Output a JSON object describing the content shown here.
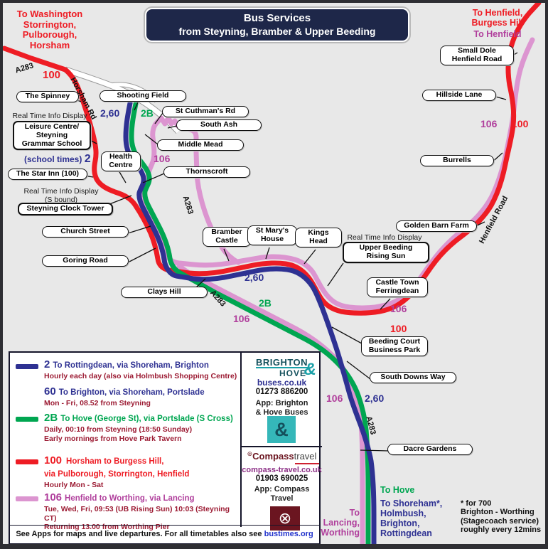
{
  "title": {
    "line1": "Bus Services",
    "line2": "from Steyning, Bramber & Upper Beeding"
  },
  "colors": {
    "red": "#ee1c24",
    "blue": "#2e3192",
    "green": "#00a651",
    "pink_route": "#dc95d0",
    "pink_text": "#b03f9c",
    "navy": "#1e2749",
    "maroon": "#9c1b33",
    "teal": "#1aa0a8",
    "background": "#e8e8e8",
    "compass_maroon": "#6b1520",
    "link_blue": "#2233cc"
  },
  "map": {
    "callouts": [
      "The Spinney",
      "Shooting Field",
      "St Cuthman's Rd",
      "South Ash",
      "Middle Mead",
      "Health\nCentre",
      "Thornscroft",
      "The Star Inn (100)",
      "Church Street",
      "Goring Road",
      "Clays Hill",
      "Bramber\nCastle",
      "St Mary's\nHouse",
      "Kings\nHead",
      "Castle Town\nFerringdean",
      "Beeding Court\nBusiness Park",
      "South Downs Way",
      "Dacre Gardens",
      "Small Dole\nHenfield Road",
      "Hillside Lane",
      "Burrells",
      "Golden Barn Farm"
    ],
    "rti_boxes": [
      "Leisure Centre/\nSteyning\nGrammar School",
      "Steyning Clock Tower",
      "Upper Beeding\nRising Sun"
    ],
    "rti_labels": [
      "Real Time Info Display",
      "Real Time Info Display\n(S bound)",
      "Real Time Info Display"
    ],
    "destinations": {
      "nw": "To Washington\nStorrington,\nPulborough,\nHorsham",
      "ne_red": "To Henfield,\nBurgess Hill",
      "ne_pink": "To Henfield",
      "hove": "To Hove",
      "shoreham": "To Shoreham*,\nHolmbush,\nBrighton,\nRottingdean",
      "lancing": "To\nLancing,\nWorthing"
    },
    "road_labels": {
      "a283": "A283",
      "horsham_rd": "Horsham Rd",
      "henfield_road": "Henfield Road"
    },
    "route_numbers": {
      "n100_nw": "100",
      "n260_top": "2,60",
      "n2b_top": "2B",
      "n106_steyning": "106",
      "school_times": "(school times)",
      "school_times_num": "2",
      "n260_mid": "2,60",
      "n2b_mid": "2B",
      "n106_mid": "106",
      "n106_castle": "106",
      "n100_castle": "100",
      "n106_henfield": "106",
      "n100_henfield": "100",
      "n106_bottom": "106",
      "n260_bottom": "2,60"
    },
    "footnote_700": "* for 700\nBrighton - Worthing\n(Stagecoach service)\nroughly every 12mins"
  },
  "legend": {
    "routes": [
      {
        "number": "2",
        "title": "To Rottingdean, via Shoreham, Brighton",
        "sub": "Hourly each day (also via Holmbush Shopping Centre)",
        "color": "#2e3192",
        "swatch": "#2e3192"
      },
      {
        "number": "60",
        "title": "To Brighton, via Shoreham, Portslade",
        "sub": "Mon - Fri, 08.52 from Steyning",
        "color": "#2e3192",
        "swatch": ""
      },
      {
        "number": "2B",
        "title": "To Hove (George St), via Portslade (S Cross)",
        "sub": "Daily, 00:10 from Steyning (18:50 Sunday)\nEarly mornings from Hove Park Tavern",
        "color": "#00a651",
        "swatch": "#00a651"
      },
      {
        "number": "100",
        "title": "Horsham to Burgess Hill,\nvia Pulborough, Storrington, Henfield",
        "sub": "Hourly Mon - Sat",
        "color": "#ee1c24",
        "swatch": "#ee1c24"
      },
      {
        "number": "106",
        "title": "Henfield to Worthing, via Lancing",
        "sub": "Tue, Wed, Fri, 09:53 (UB Rising Sun) 10:03 (Steyning CT)\nReturning 13.00 from Worthing Pier",
        "color": "#b03f9c",
        "swatch": "#dc95d0"
      }
    ],
    "note_prefix": "See Apps for maps and live departures. For all timetables also see ",
    "note_link": "bustimes.org"
  },
  "operators": {
    "brighton_hove": {
      "name1": "BRIGHTON",
      "amp": "&",
      "name2": "HOVE",
      "site": "buses.co.uk",
      "phone": "01273 886200",
      "app": "App: Brighton\n& Hove Buses",
      "icon_glyph": "&"
    },
    "compass": {
      "name_bold": "Compass",
      "name_light": "travel",
      "mark": "⊛",
      "site": "compass-travel.co.uk",
      "phone": "01903 690025",
      "app": "App: Compass\nTravel",
      "icon_glyph": "⊗"
    }
  }
}
